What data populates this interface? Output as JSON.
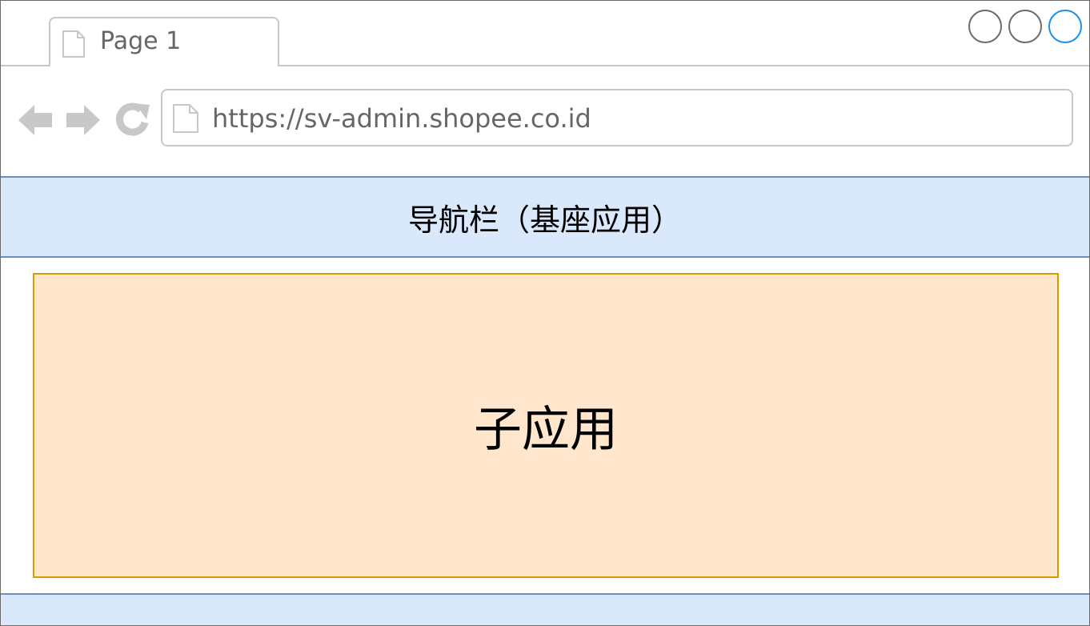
{
  "browser": {
    "tab": {
      "label": "Page 1",
      "icon": "page-icon"
    },
    "window_buttons": [
      "minimize-circle",
      "maximize-circle",
      "close-circle"
    ],
    "nav": {
      "back_icon": "back-arrow-icon",
      "forward_icon": "forward-arrow-icon",
      "reload_icon": "reload-icon"
    },
    "address": {
      "url": "https://sv-admin.shopee.co.id",
      "icon": "page-icon"
    }
  },
  "navbar": {
    "label": "导航栏（基座应用）"
  },
  "subapp": {
    "label": "子应用"
  },
  "colors": {
    "navbar_fill": "#dae8fc",
    "navbar_border": "#6c8ebf",
    "subapp_fill": "#ffe6cc",
    "subapp_border": "#d79b00",
    "active_window_button": "#1e90e6"
  }
}
